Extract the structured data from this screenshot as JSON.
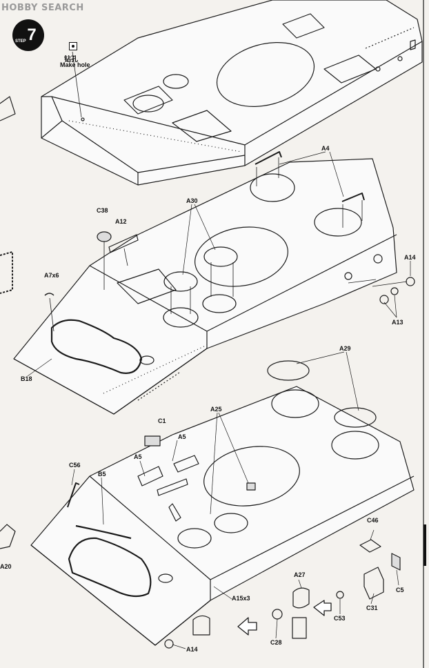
{
  "watermark": "HOBBY SEARCH",
  "step": {
    "number": "7",
    "label": "STEP"
  },
  "drill_note": {
    "cn": "钻孔",
    "en": "Make hole"
  },
  "parts": {
    "A4": "A4",
    "A30": "A30",
    "C38": "C38",
    "A12": "A12",
    "A7x6": "A7x6",
    "B18": "B18",
    "A14_top": "A14",
    "A13": "A13",
    "A29": "A29",
    "C1": "C1",
    "A25": "A25",
    "A5_a": "A5",
    "A5_b": "A5",
    "C56": "C56",
    "B5": "B5",
    "C46": "C46",
    "A27": "A27",
    "C5": "C5",
    "C31": "C31",
    "C53": "C53",
    "C28": "C28",
    "A15x3": "A15x3",
    "A14_bottom": "A14",
    "A20": "A20"
  }
}
